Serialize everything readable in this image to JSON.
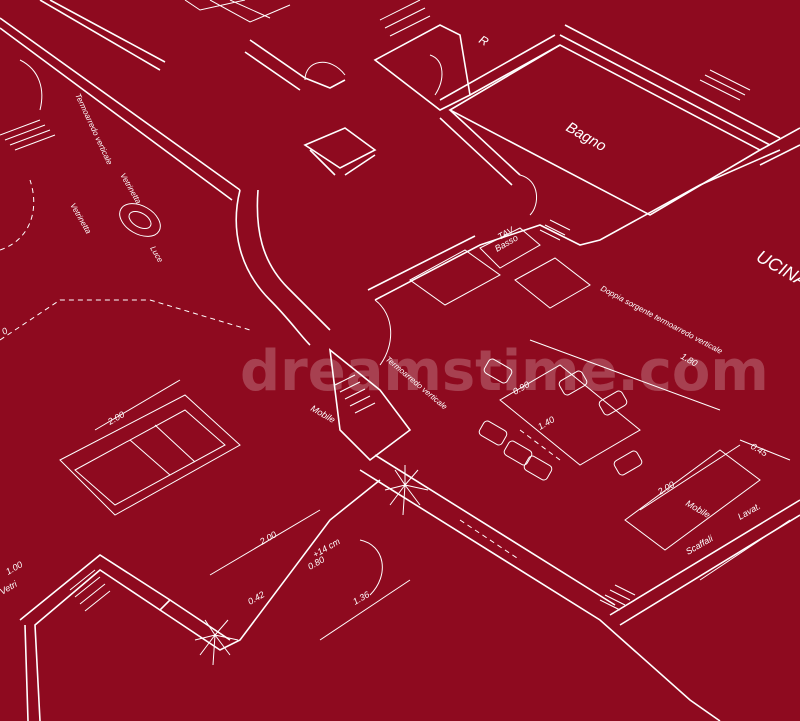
{
  "plan": {
    "rooms": {
      "bagno": "Bagno",
      "cucina": "UCINA",
      "r": "R"
    },
    "furniture": {
      "tav": "TAV",
      "basso": "Basso",
      "mobile_center": "Mobile",
      "mobile_right": "Mobile",
      "scaffali": "Scaffali",
      "lavat": "Lavat.",
      "luce": "Luce",
      "vetrinetta_1": "Vetrinetta",
      "vetrinetta_2": "Vetrinetta",
      "vetri_left": "Vetri"
    },
    "radiators": {
      "termo_center": "Termoarredo verticale",
      "termo_top_left": "Termoarredo verticale",
      "doppio_right": "Doppia sorgente termoarredo verticale"
    },
    "dimensions": {
      "d_2_00_sofa": "2.00",
      "d_2_00_lower": "2.00",
      "d_2_00_right": "2.00",
      "d_0_90": "0.90",
      "d_1_40": "1.40",
      "d_1_80": "1.80",
      "d_0_45": "0.45",
      "d_0_80": "0.80",
      "d_14cm": "+14 cm",
      "d_0_42": "0.42",
      "d_1_36": "1.36",
      "d_1_00": "1.00",
      "d_0_left": "0"
    },
    "watermark": "dreamstime.com"
  },
  "colors": {
    "background": "#8e0a1f",
    "lines": "#ffffff"
  }
}
